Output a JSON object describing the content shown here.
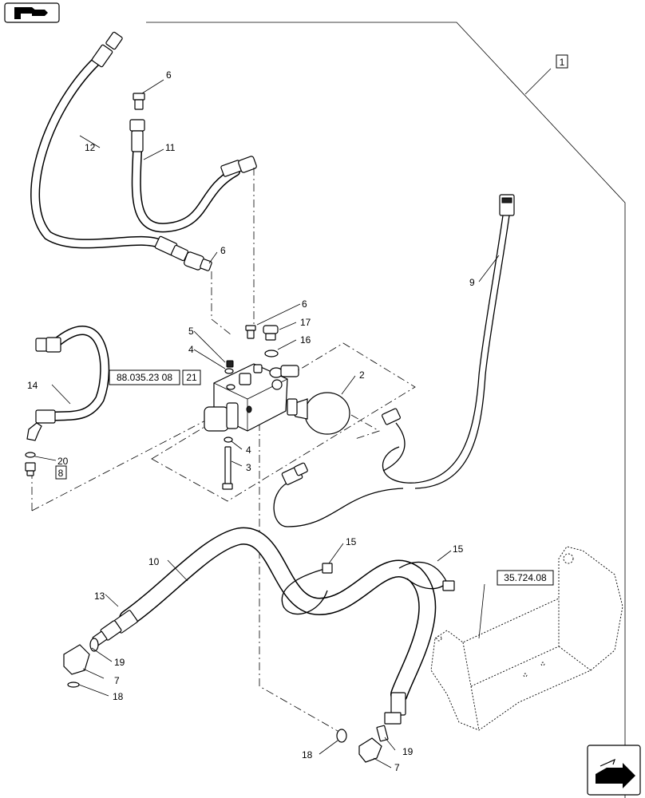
{
  "callouts": {
    "n1": "1",
    "n2": "2",
    "n3": "3",
    "n4a": "4",
    "n4b": "4",
    "n5": "5",
    "n6a": "6",
    "n6b": "6",
    "n6c": "6",
    "n7a": "7",
    "n7b": "7",
    "n8": "8",
    "n9": "9",
    "n10": "10",
    "n11": "11",
    "n12": "12",
    "n13": "13",
    "n14": "14",
    "n15a": "15",
    "n15b": "15",
    "n16": "16",
    "n17": "17",
    "n18a": "18",
    "n18b": "18",
    "n19a": "19",
    "n19b": "19",
    "n20": "20",
    "n21": "21"
  },
  "references": {
    "ref_valve": "88.035.23 08",
    "ref_tray": "35.724.08"
  },
  "icons": {
    "top_left": "book-arrow-icon",
    "bottom_right": "next-page-arrow-icon"
  }
}
